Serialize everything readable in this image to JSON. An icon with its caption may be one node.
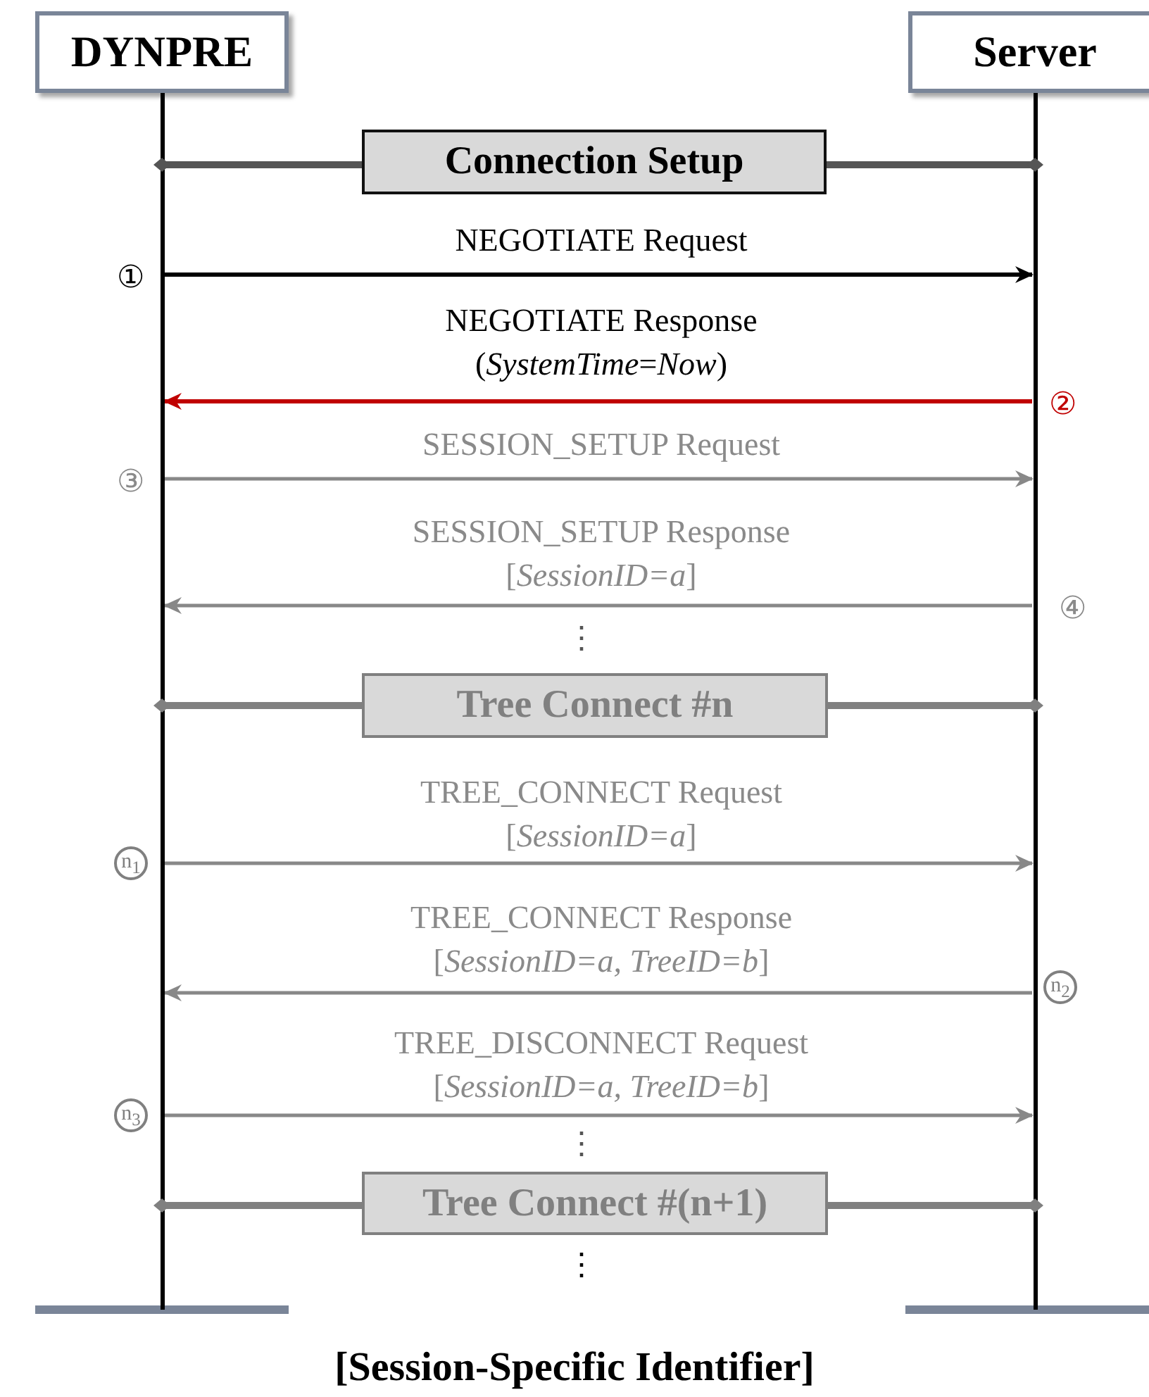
{
  "diagram": {
    "caption": "[Session-Specific Identifier]",
    "nodes": [
      {
        "text": [
          "DYNPRE"
        ]
      },
      {
        "text": [
          "Server"
        ]
      },
      {
        "text": [
          "Connection Setup"
        ]
      },
      {
        "text": [
          "Tree Connect #n"
        ]
      },
      {
        "text": [
          "Tree Connect #(n+1)"
        ]
      }
    ],
    "edges": [
      {
        "from": 0,
        "to": 1,
        "arrow": "to",
        "label": "NEGOTIATE Request",
        "color": "#000000"
      },
      {
        "from": 1,
        "to": 0,
        "arrow": "to",
        "label": "NEGOTIATE Response (*SystemTime*=*Now*)",
        "color": "#c00000"
      },
      {
        "from": 0,
        "to": 1,
        "arrow": "to",
        "label": "SESSION_SETUP Request"
      },
      {
        "from": 1,
        "to": 0,
        "arrow": "to",
        "label": "SESSION_SETUP Response [*SessionID=a*]"
      },
      {
        "from": 0,
        "to": 1,
        "arrow": "to",
        "label": "TREE_CONNECT Request [*SessionID=a*]"
      },
      {
        "from": 1,
        "to": 0,
        "arrow": "to",
        "label": "TREE_CONNECT Response [*SessionID=a, TreeID=b*]"
      },
      {
        "from": 0,
        "to": 1,
        "arrow": "to",
        "label": "TREE_DISCONNECT Request [*SessionID=a, TreeID=b*]"
      }
    ],
    "labels": [
      "①",
      "②",
      "③",
      "④",
      "⋮",
      "n$_{1}$",
      "n$_{2}$",
      "n$_{3}$",
      "⋮",
      "⋮"
    ]
  }
}
